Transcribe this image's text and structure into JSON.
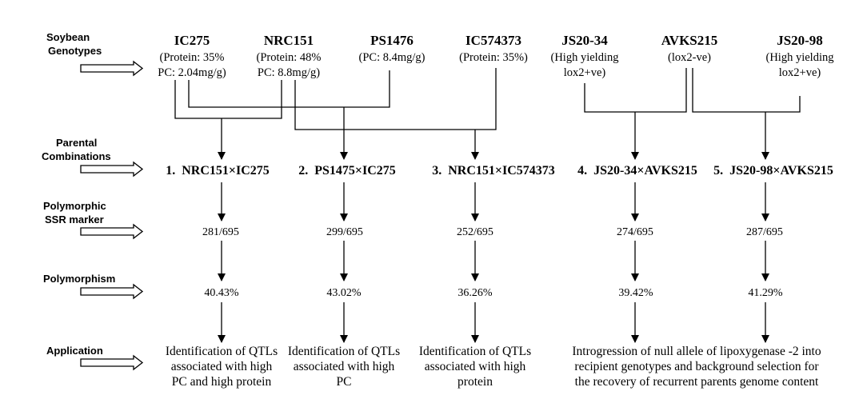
{
  "row_labels": {
    "genotypes": [
      "Soybean",
      "Genotypes"
    ],
    "combinations": [
      "Parental",
      "Combinations"
    ],
    "marker": [
      "Polymorphic",
      "SSR marker"
    ],
    "polymorphism": [
      "Polymorphism"
    ],
    "application": [
      "Application"
    ]
  },
  "genotypes": [
    {
      "name": "IC275",
      "lines": [
        "(Protein: 35%",
        "PC: 2.04mg/g)"
      ]
    },
    {
      "name": "NRC151",
      "lines": [
        "(Protein: 48%",
        "PC: 8.8mg/g)"
      ]
    },
    {
      "name": "PS1476",
      "lines": [
        "(PC: 8.4mg/g)"
      ]
    },
    {
      "name": "IC574373",
      "lines": [
        "(Protein: 35%)"
      ]
    },
    {
      "name": "JS20-34",
      "lines": [
        "(High yielding",
        "lox2+ve)"
      ]
    },
    {
      "name": "AVKS215",
      "lines": [
        "(lox2-ve)"
      ]
    },
    {
      "name": "JS20-98",
      "lines": [
        "(High yielding",
        "lox2+ve)"
      ]
    }
  ],
  "combinations": [
    {
      "label": "1.  NRC151×IC275",
      "ssr": "281/695",
      "polymorphism": "40.43%"
    },
    {
      "label": "2.  PS1475×IC275",
      "ssr": "299/695",
      "polymorphism": "43.02%"
    },
    {
      "label": "3.  NRC151×IC574373",
      "ssr": "252/695",
      "polymorphism": "36.26%"
    },
    {
      "label": "4.  JS20-34×AVKS215",
      "ssr": "274/695",
      "polymorphism": "39.42%"
    },
    {
      "label": "5.  JS20-98×AVKS215",
      "ssr": "287/695",
      "polymorphism": "41.29%"
    }
  ],
  "applications": [
    [
      "Identification of QTLs",
      "associated with high",
      "PC and high protein"
    ],
    [
      "Identification of QTLs",
      "associated with high",
      "PC"
    ],
    [
      "Identification of QTLs",
      "associated with high",
      "protein"
    ],
    [
      "Introgression of null allele of lipoxygenase -2 into",
      "recipient genotypes and background selection for",
      "the recovery of recurrent parents genome content"
    ]
  ]
}
